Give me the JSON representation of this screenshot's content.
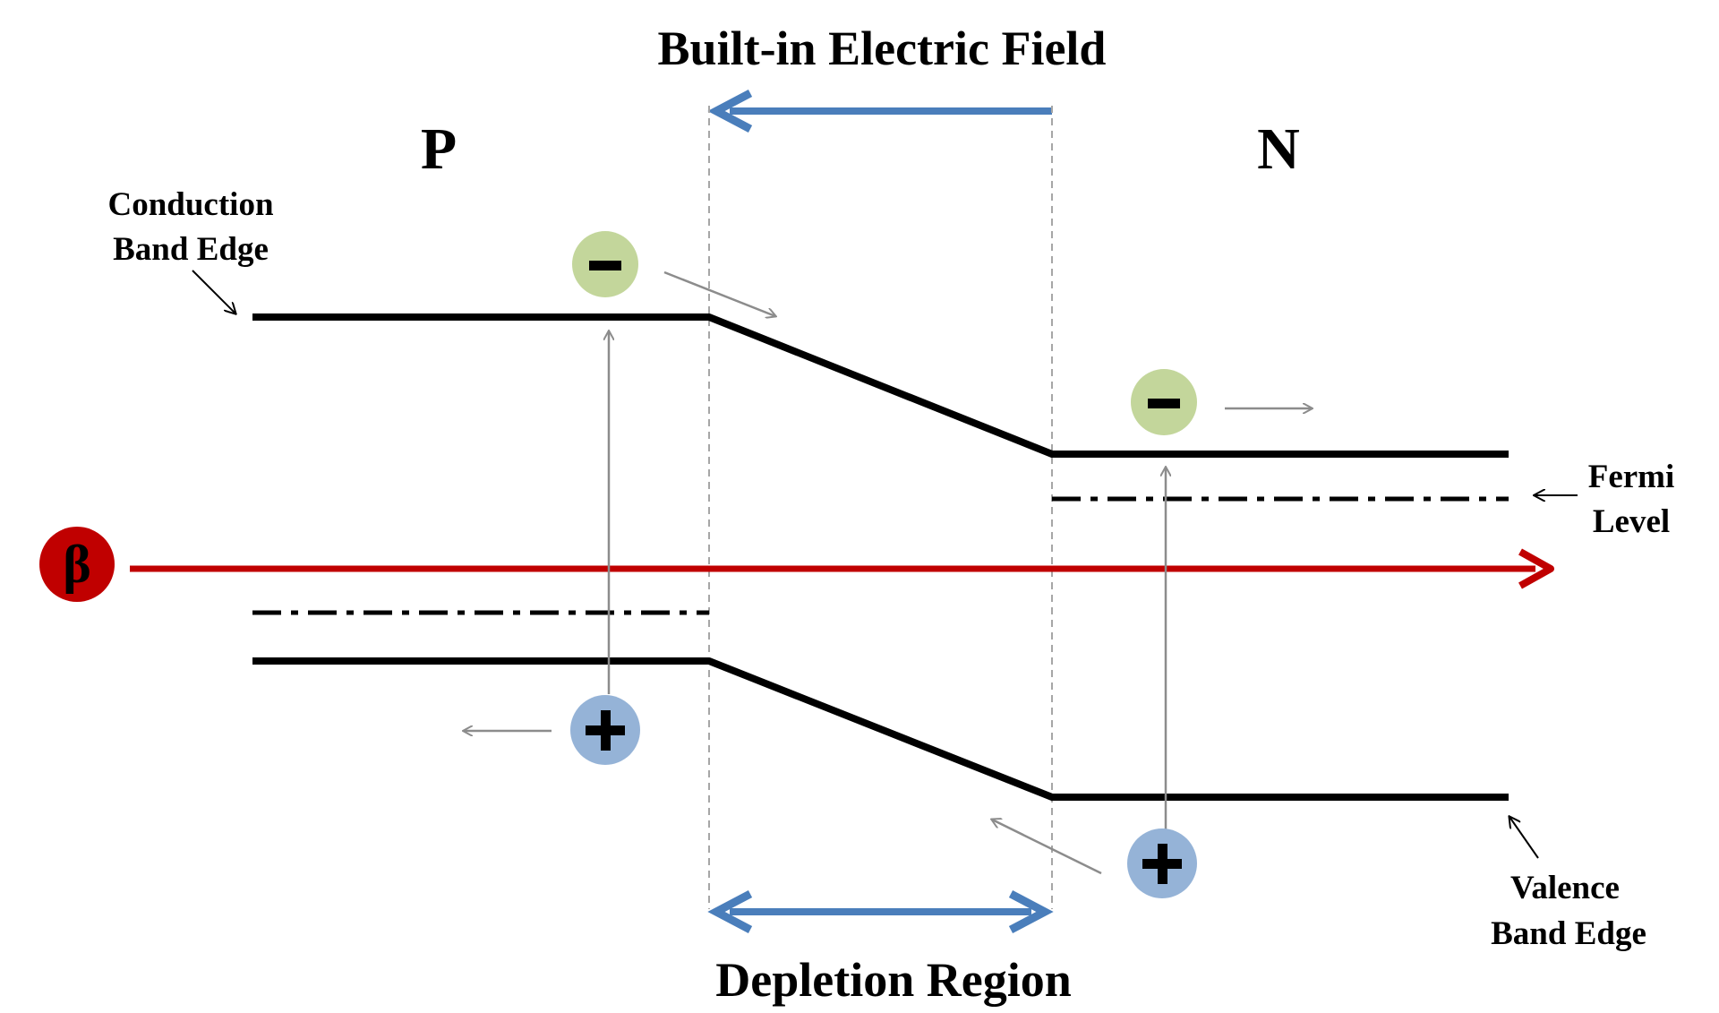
{
  "title": "Built-in Electric Field",
  "regions": {
    "p": "P",
    "n": "N"
  },
  "labels": {
    "conduction_line1": "Conduction",
    "conduction_line2": "Band Edge",
    "fermi_line1": "Fermi",
    "fermi_line2": "Level",
    "valence_line1": "Valence",
    "valence_line2": "Band Edge",
    "depletion": "Depletion Region"
  },
  "particles": {
    "beta": "β",
    "electron": "−",
    "hole": "+"
  },
  "colors": {
    "field_arrow": "#4A7EBB",
    "beta_ray": "#C00000",
    "electron_fill": "#C3D69B",
    "hole_fill": "#95B3D7",
    "band_line": "#000000",
    "guide_line": "#A6A6A6"
  }
}
